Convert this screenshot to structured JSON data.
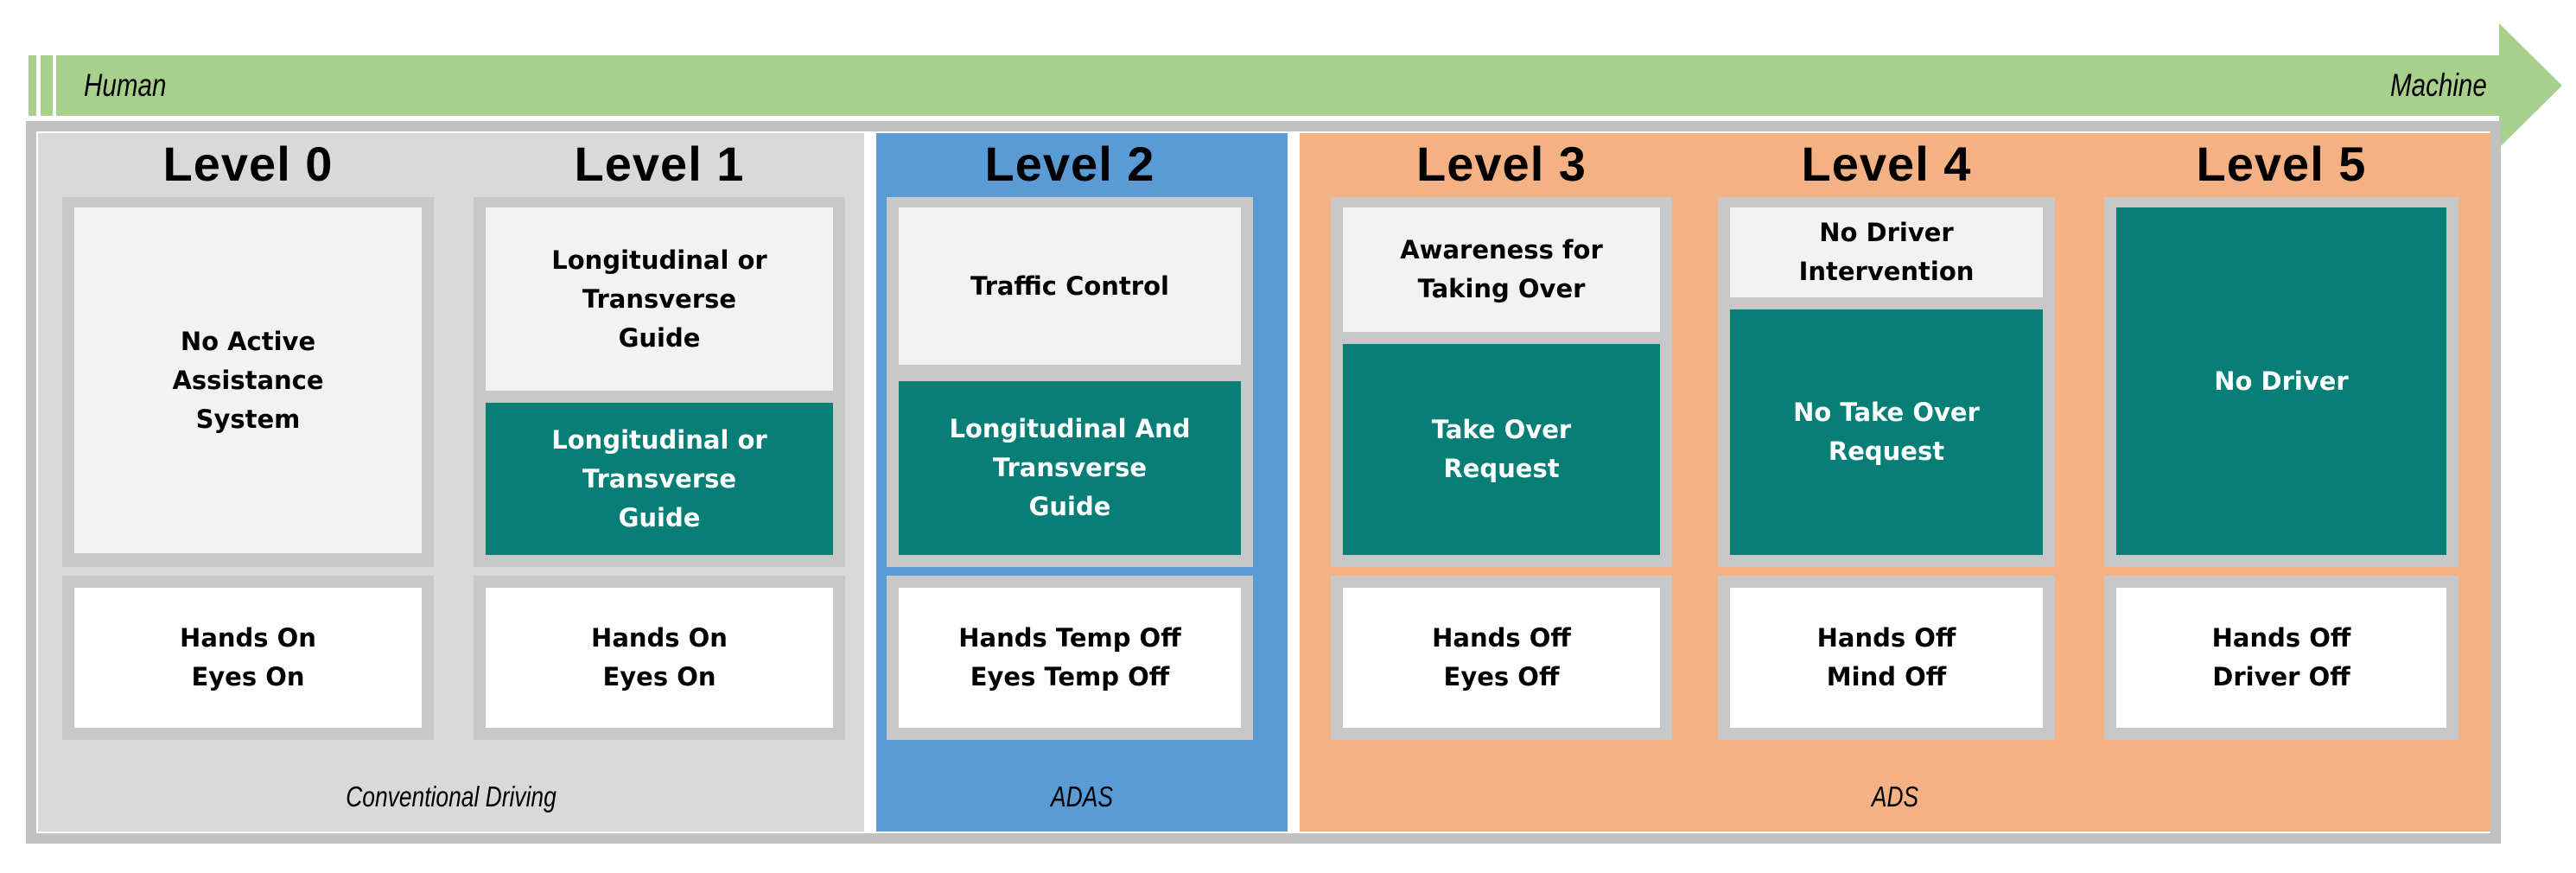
{
  "arrow": {
    "left_label": "Human",
    "right_label": "Machine"
  },
  "sections": [
    {
      "label": "Conventional Driving"
    },
    {
      "label": "ADAS"
    },
    {
      "label": "ADS"
    }
  ],
  "levels": [
    {
      "header": "Level 0",
      "boxes": [
        {
          "style": "light",
          "text": "No Active\nAssistance\nSystem"
        }
      ],
      "bottom": "Hands On\nEyes On"
    },
    {
      "header": "Level 1",
      "boxes": [
        {
          "style": "light",
          "text": "Longitudinal or\nTransverse\nGuide"
        },
        {
          "style": "teal",
          "text": "Longitudinal or\nTransverse\nGuide"
        }
      ],
      "bottom": "Hands On\nEyes On"
    },
    {
      "header": "Level 2",
      "boxes": [
        {
          "style": "light",
          "text": "Traffic Control"
        },
        {
          "style": "teal",
          "text": "Longitudinal  And\nTransverse\nGuide"
        }
      ],
      "bottom": "Hands Temp Off\nEyes Temp Off"
    },
    {
      "header": "Level 3",
      "boxes": [
        {
          "style": "light",
          "text": "Awareness for\nTaking Over"
        },
        {
          "style": "teal",
          "text": "Take Over\nRequest"
        }
      ],
      "bottom": "Hands Off\nEyes Off"
    },
    {
      "header": "Level 4",
      "boxes": [
        {
          "style": "light",
          "text": "No Driver\nIntervention"
        },
        {
          "style": "teal",
          "text": "No Take Over\nRequest"
        }
      ],
      "bottom": "Hands Off\nMind Off"
    },
    {
      "header": "Level 5",
      "boxes": [
        {
          "style": "teal",
          "text": "No Driver"
        }
      ],
      "bottom": "Hands Off\nDriver Off"
    }
  ],
  "colors": {
    "green": "#a8d08d",
    "blue": "#5b9bd5",
    "orange": "#f4b183",
    "teal": "#077f76",
    "secgray": "#d9d9d9",
    "contgray": "#c8c8c8",
    "frame": "#c1c1c1",
    "lightbox": "#f2f2f2",
    "whitebox": "#ffffff"
  }
}
